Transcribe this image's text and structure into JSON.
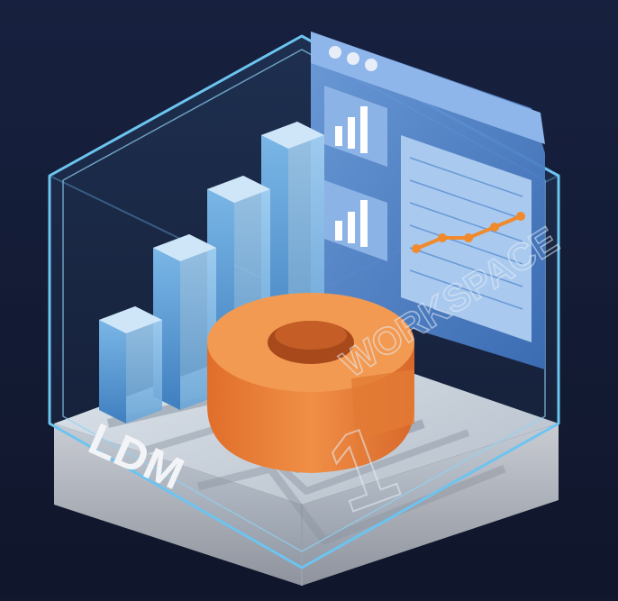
{
  "illustration": {
    "base_label": "LDM",
    "engraved_word": "WORKSPACE",
    "engraved_number": "1",
    "colors": {
      "background": "#12182f",
      "glass_outline": "#6cc4f0",
      "bars": "#5b9fd6",
      "window_panel": "#5a8fd0",
      "chart_card": "#a9c9ee",
      "torus": "#e8803a",
      "platform": "#cfd3da",
      "line_series": "#f08a2c"
    },
    "icons": [
      "workspace-glass-cube",
      "bar-chart-icon",
      "line-chart-icon",
      "torus-shape"
    ],
    "chart_card_line_values": [
      2,
      3,
      3,
      4,
      5
    ]
  }
}
